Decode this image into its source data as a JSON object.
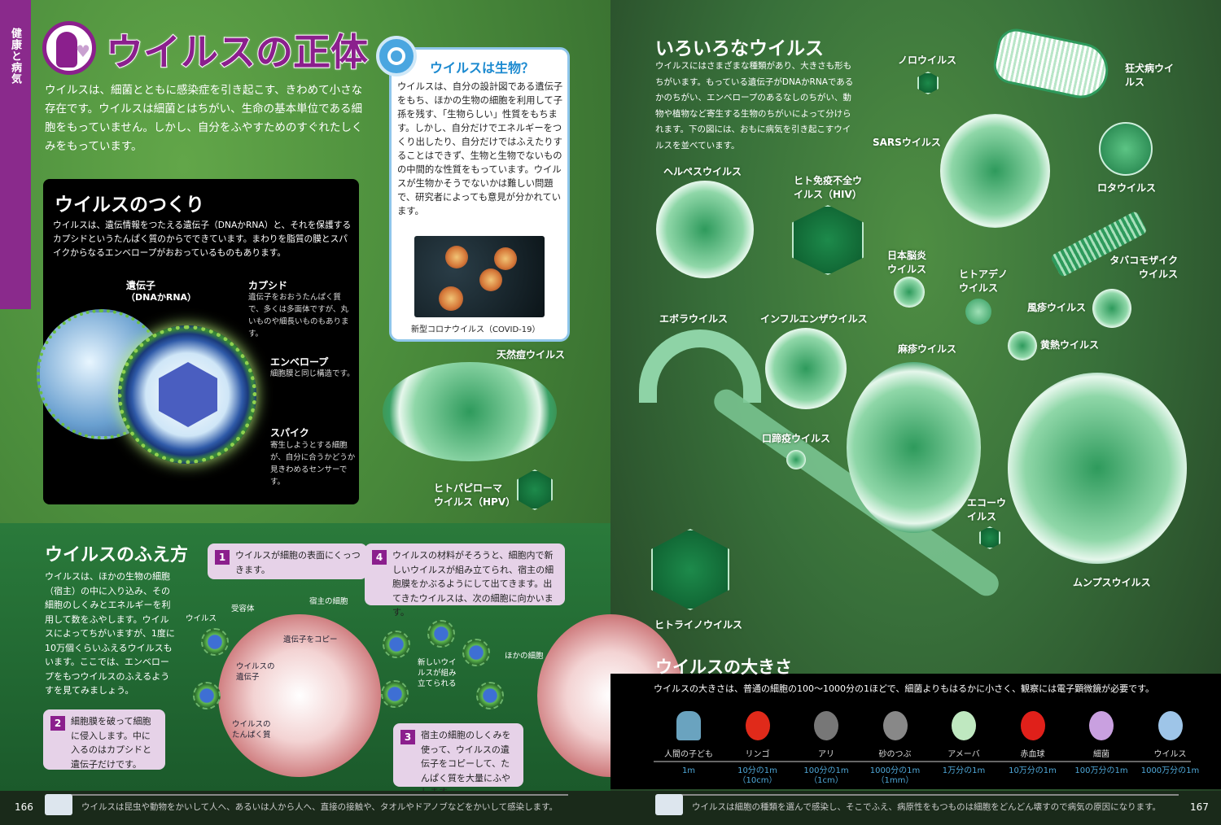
{
  "left_page": {
    "section_tab": "健康と病気",
    "title": "ウイルスの正体",
    "intro": "ウイルスは、細菌とともに感染症を引き起こす、きわめて小さな存在です。ウイルスは細菌とはちがい、生命の基本単位である細胞をもっていません。しかし、自分をふやすためのすぐれたしくみをもっています。",
    "sidebar_box": {
      "title": "ウイルスは生物？",
      "text": "ウイルスは、自分の設計図である遺伝子をもち、ほかの生物の細胞を利用して子孫を残す、「生物らしい」性質をもちます。しかし、自分だけでエネルギーをつくり出したり、自分だけではふえたりすることはできず、生物と生物でないものの中間的な性質をもっています。ウイルスが生物かそうでないかは難しい問題で、研究者によっても意見が分かれています。",
      "photo_caption": "新型コロナウイルス（COVID-19）"
    },
    "structure": {
      "title": "ウイルスのつくり",
      "text": "ウイルスは、遺伝情報をつたえる遺伝子（DNAかRNA）と、それを保護するカプシドというたんぱく質のからでできています。まわりを脂質の膜とスパイクからなるエンベロープがおおっているものもあります。",
      "labels": [
        {
          "name": "遺伝子",
          "sub": "（DNAかRNA）",
          "desc": ""
        },
        {
          "name": "カプシド",
          "desc": "遺伝子をおおうたんぱく質で、多くは多面体ですが、丸いものや細長いものもあります。"
        },
        {
          "name": "エンベロープ",
          "desc": "細胞膜と同じ構造です。"
        },
        {
          "name": "スパイク",
          "desc": "寄生しようとする細胞が、自分に合うかどうか見きわめるセンサーです。"
        }
      ]
    },
    "replication": {
      "title": "ウイルスのふえ方",
      "text": "ウイルスは、ほかの生物の細胞（宿主）の中に入り込み、その細胞のしくみとエネルギーを利用して数をふやします。ウイルスによってちがいますが、1度に10万個くらいふえるウイルスもいます。ここでは、エンベロープをもつウイルスのふえるようすを見てみましょう。",
      "steps": [
        {
          "num": "1",
          "text": "ウイルスが細胞の表面にくっつきます。"
        },
        {
          "num": "2",
          "text": "細胞膜を破って細胞に侵入します。中に入るのはカプシドと遺伝子だけです。"
        },
        {
          "num": "3",
          "text": "宿主の細胞のしくみを使って、ウイルスの遺伝子をコピーして、たんぱく質を大量にふやします。"
        },
        {
          "num": "4",
          "text": "ウイルスの材料がそろうと、細胞内で新しいウイルスが組み立てられ、宿主の細胞膜をかぶるようにして出てきます。出てきたウイルスは、次の細胞に向かいます。"
        }
      ],
      "diagram_labels": {
        "virus": "ウイルス",
        "receptor": "受容体",
        "host_cell": "宿主の細胞",
        "gene_copy": "遺伝子をコピー",
        "viral_gene": "ウイルスの遺伝子",
        "viral_protein": "ウイルスのたんぱく質",
        "assembled": "新しいウイルスが組み立てられる",
        "other_cell": "ほかの細胞"
      }
    },
    "footer_note": "ウイルスは昆虫や動物をかいして人へ、あるいは人から人へ、直接の接触や、タオルやドアノブなどをかいして感染します。",
    "page_number": "166"
  },
  "right_page": {
    "title": "いろいろなウイルス",
    "text": "ウイルスにはさまざまな種類があり、大きさも形もちがいます。もっている遺伝子がDNAかRNAであるかのちがい、エンベロープのあるなしのちがい、動物や植物など寄生する生物のちがいによって分けられます。下の図には、おもに病気を引き起こすウイルスを並べています。",
    "viruses": [
      "ノロウイルス",
      "狂犬病ウイルス",
      "SARSウイルス",
      "ロタウイルス",
      "ヘルペスウイルス",
      "ヒト免疫不全ウイルス（HIV）",
      "日本脳炎ウイルス",
      "ヒトアデノウイルス",
      "タバコモザイクウイルス",
      "風疹ウイルス",
      "黄熱ウイルス",
      "エボラウイルス",
      "インフルエンザウイルス",
      "麻疹ウイルス",
      "口蹄疫ウイルス",
      "エコーウイルス",
      "ムンプスウイルス",
      "ヒトライノウイルス",
      "天然痘ウイルス",
      "ヒトパピローマウイルス（HPV）"
    ],
    "size": {
      "title": "ウイルスの大きさ",
      "text": "ウイルスの大きさは、普通の細胞の100～1000分の1ほどで、細菌よりもはるかに小さく、観察には電子顕微鏡が必要です。",
      "items": [
        {
          "label": "人間の子ども",
          "size": "1m",
          "icon": "child-icon"
        },
        {
          "label": "リンゴ",
          "size": "10分の1m（10cm）",
          "icon": "apple-icon"
        },
        {
          "label": "アリ",
          "size": "100分の1m（1cm）",
          "icon": "ant-icon"
        },
        {
          "label": "砂のつぶ",
          "size": "1000分の1m（1mm）",
          "icon": "sand-icon"
        },
        {
          "label": "アメーバ",
          "size": "1万分の1m",
          "icon": "amoeba-icon"
        },
        {
          "label": "赤血球",
          "size": "10万分の1m",
          "icon": "red-blood-cell-icon"
        },
        {
          "label": "細菌",
          "size": "100万分の1m",
          "icon": "bacterium-icon"
        },
        {
          "label": "ウイルス",
          "size": "1000万分の1m",
          "icon": "virus-icon"
        }
      ]
    },
    "footer_note": "ウイルスは細胞の種類を選んで感染し、そこでふえ、病原性をもつものは細胞をどんどん壊すので病気の原因になります。",
    "page_number": "167"
  },
  "colors": {
    "accent_purple": "#8b1f8d",
    "box_border_blue": "#8fc6ea",
    "virus_green": "#2e9a5c",
    "callout_bg": "#e6d2e8",
    "size_value_blue": "#4fa8d8"
  }
}
